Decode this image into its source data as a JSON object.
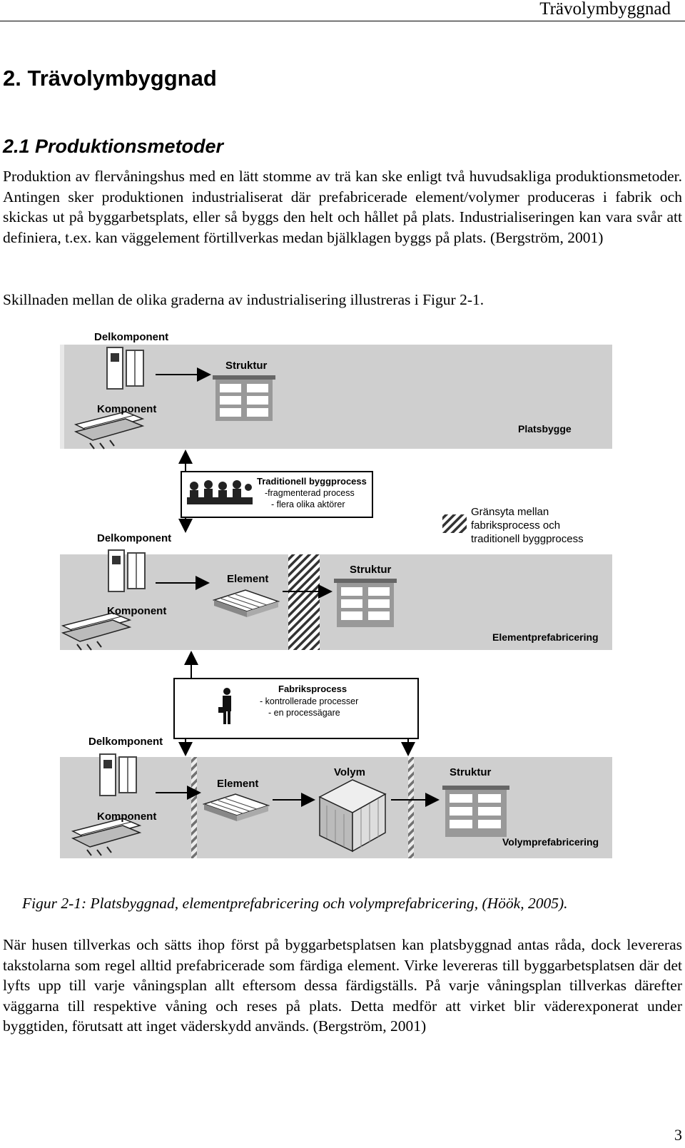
{
  "header": {
    "running_title": "Trävolymbyggnad"
  },
  "chapter": {
    "title": "2. Trävolymbyggnad"
  },
  "section": {
    "title": "2.1 Produktionsmetoder"
  },
  "paragraphs": {
    "intro": "Produktion av flervåningshus med en lätt stomme av trä kan ske enligt två huvudsakliga produktionsmetoder. Antingen sker produktionen industrialiserat där prefabricerade element/volymer produceras i fabrik och skickas ut på byggarbetsplats, eller så byggs den helt och hållet på plats. Industrialiseringen kan vara svår att definiera, t.ex. kan väggelement förtillverkas medan bjälklagen byggs på plats. (Bergström, 2001)",
    "figure_ref": "Skillnaden mellan de olika graderna av industrialisering illustreras i Figur 2-1.",
    "onsite": "När husen tillverkas och sätts ihop först på byggarbetsplatsen kan platsbyggnad antas råda, dock levereras takstolarna som regel alltid prefabricerade som färdiga element. Virke levereras till byggarbetsplatsen där det lyfts upp till varje våningsplan allt eftersom dessa färdigställs. På varje våningsplan tillverkas därefter väggarna till respektive våning och reses på plats. Detta medför att virket blir väderexponerat under byggtiden, förutsatt att inget väderskydd används. (Bergström, 2001)"
  },
  "figure": {
    "caption": "Figur 2-1: Platsbyggnad, elementprefabricering och volymprefabricering, (Höök, 2005).",
    "band_color": "#cfcfcf",
    "band1": {
      "delkomponent": "Delkomponent",
      "komponent": "Komponent",
      "struktur": "Struktur",
      "method": "Platsbygge"
    },
    "traditional_box": {
      "title": "Traditionell byggprocess",
      "line1": "-fragmenterad process",
      "line2": "- flera olika aktörer"
    },
    "legend": {
      "line1": "Gränsyta mellan",
      "line2": "fabriksprocess och",
      "line3": "traditionell byggprocess"
    },
    "band2": {
      "delkomponent": "Delkomponent",
      "komponent": "Komponent",
      "element": "Element",
      "struktur": "Struktur",
      "method": "Elementprefabricering"
    },
    "factory_box": {
      "title": "Fabriksprocess",
      "line1": "- kontrollerade processer",
      "line2": "- en processägare"
    },
    "band3": {
      "delkomponent": "Delkomponent",
      "komponent": "Komponent",
      "element": "Element",
      "volym": "Volym",
      "struktur": "Struktur",
      "method": "Volymprefabricering"
    }
  },
  "footer": {
    "page_number": "3"
  }
}
